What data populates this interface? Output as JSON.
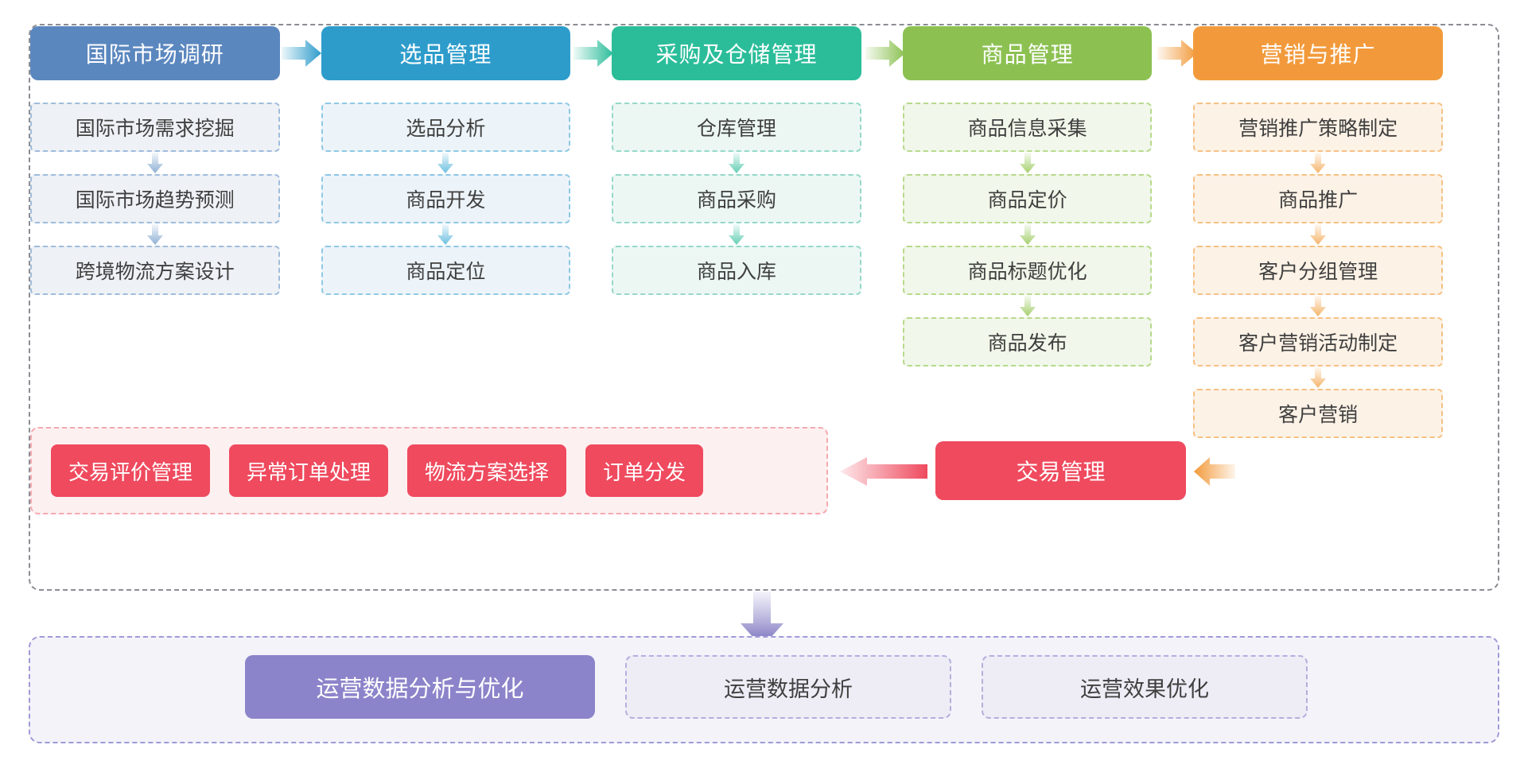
{
  "diagram": {
    "title_visible": false,
    "colors": {
      "col1": "#5b87bf",
      "col2": "#2d9ccb",
      "col3": "#2bbd9a",
      "col4": "#8cc152",
      "col5": "#f29a3b",
      "transaction": "#ef4a5e",
      "operations": "#8b84ca",
      "panel_border": "#8a8d93",
      "bottom_border": "#9e9ad6"
    }
  },
  "columns": [
    {
      "header": "国际市场调研",
      "accent": "#5b87bf",
      "sub_bg": "#eef1f5",
      "sub_border": "#9fbcdb",
      "arrow": "#8fb0d4",
      "items": [
        "国际市场需求挖掘",
        "国际市场趋势预测",
        "跨境物流方案设计"
      ]
    },
    {
      "header": "选品管理",
      "accent": "#2d9ccb",
      "sub_bg": "#edf4f9",
      "sub_border": "#8ec8e4",
      "arrow": "#6cbfe0",
      "items": [
        "选品分析",
        "商品开发",
        "商品定位"
      ]
    },
    {
      "header": "采购及仓储管理",
      "accent": "#2bbd9a",
      "sub_bg": "#ecf7f4",
      "sub_border": "#95d8c7",
      "arrow": "#63ceb3",
      "items": [
        "仓库管理",
        "商品采购",
        "商品入库"
      ]
    },
    {
      "header": "商品管理",
      "accent": "#8cc152",
      "sub_bg": "#f1f7ea",
      "sub_border": "#b8d98c",
      "arrow": "#a5cf6e",
      "items": [
        "商品信息采集",
        "商品定价",
        "商品标题优化",
        "商品发布"
      ]
    },
    {
      "header": "营销与推广",
      "accent": "#f29a3b",
      "sub_bg": "#fdf2e6",
      "sub_border": "#f5c183",
      "arrow": "#f5b46b",
      "items": [
        "营销推广策略制定",
        "商品推广",
        "客户分组管理",
        "客户营销活动制定",
        "客户营销"
      ]
    }
  ],
  "transaction": {
    "main_label": "交易管理",
    "chips": [
      "交易评价管理",
      "异常订单处理",
      "物流方案选择",
      "订单分发"
    ]
  },
  "operations": {
    "primary": "运营数据分析与优化",
    "subs": [
      "运营数据分析",
      "运营效果优化"
    ]
  }
}
